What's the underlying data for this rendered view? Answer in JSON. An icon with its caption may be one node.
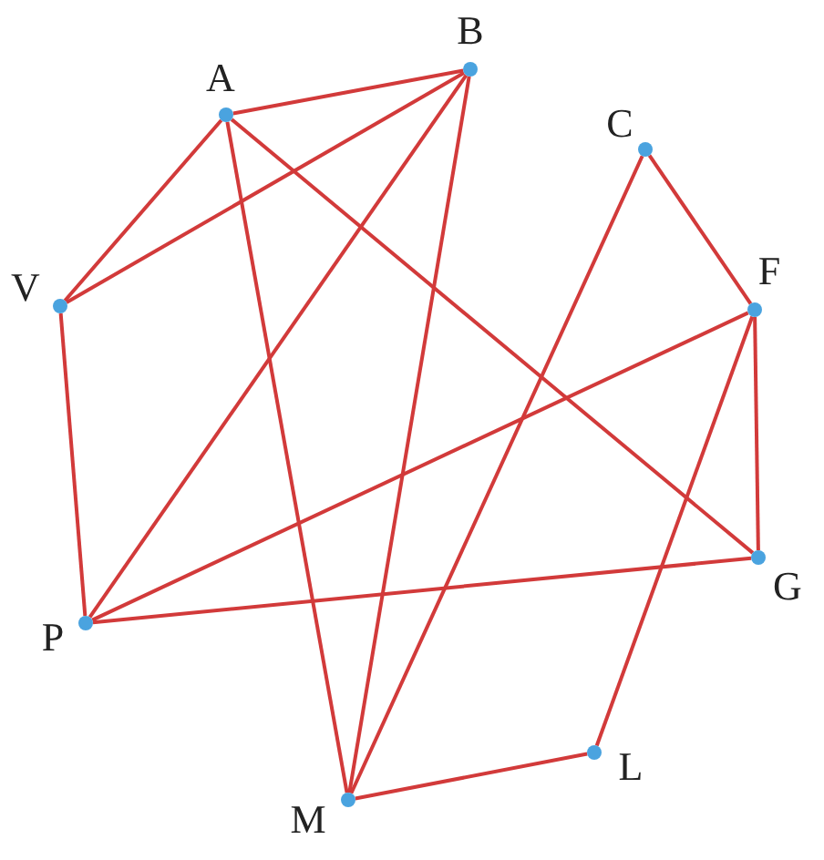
{
  "diagram": {
    "nodes": [
      {
        "text": [
          "A"
        ]
      },
      {
        "text": [
          "B"
        ]
      },
      {
        "text": [
          "C"
        ]
      },
      {
        "text": [
          "V"
        ]
      },
      {
        "text": [
          "F"
        ]
      },
      {
        "text": [
          "G"
        ]
      },
      {
        "text": [
          "P"
        ]
      },
      {
        "text": [
          "L"
        ]
      },
      {
        "text": [
          "M"
        ]
      }
    ],
    "edges": [
      {
        "from": 0,
        "to": 1,
        "arrow": "none"
      },
      {
        "from": 0,
        "to": 3,
        "arrow": "none"
      },
      {
        "from": 0,
        "to": 8,
        "arrow": "none"
      },
      {
        "from": 0,
        "to": 5,
        "arrow": "none"
      },
      {
        "from": 1,
        "to": 3,
        "arrow": "none"
      },
      {
        "from": 1,
        "to": 6,
        "arrow": "none"
      },
      {
        "from": 1,
        "to": 8,
        "arrow": "none"
      },
      {
        "from": 2,
        "to": 4,
        "arrow": "none"
      },
      {
        "from": 2,
        "to": 8,
        "arrow": "none"
      },
      {
        "from": 4,
        "to": 5,
        "arrow": "none"
      },
      {
        "from": 4,
        "to": 6,
        "arrow": "none"
      },
      {
        "from": 4,
        "to": 7,
        "arrow": "none"
      },
      {
        "from": 3,
        "to": 6,
        "arrow": "none"
      },
      {
        "from": 6,
        "to": 5,
        "arrow": "none"
      },
      {
        "from": 8,
        "to": 7,
        "arrow": "none"
      }
    ]
  }
}
